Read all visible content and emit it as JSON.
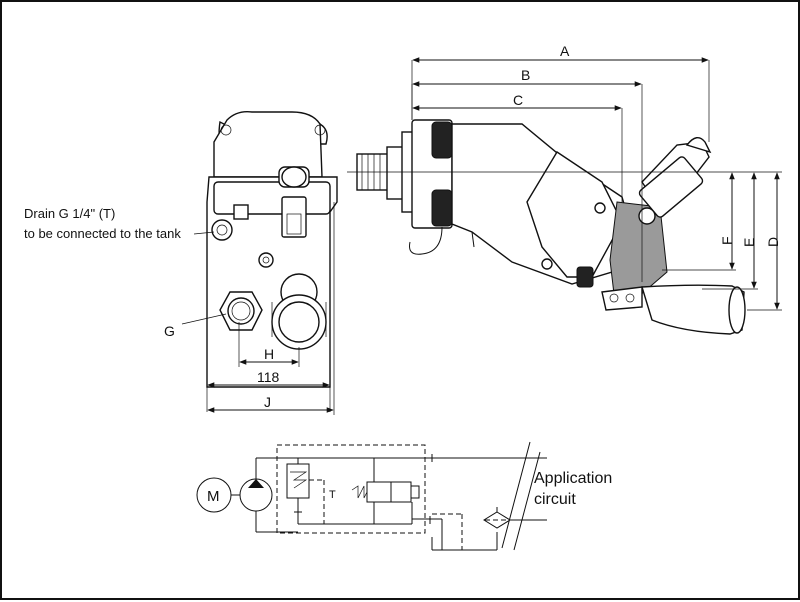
{
  "labels": {
    "drain_line1": "Drain G 1/4\" (T)",
    "drain_line2": "to be connected to the tank",
    "g": "G",
    "h": "H",
    "dim_118": "118",
    "j": "J",
    "a": "A",
    "b": "B",
    "c": "C",
    "d": "D",
    "e": "E",
    "f": "F",
    "motor": "M",
    "t": "T",
    "app1": "Application",
    "app2": "circuit"
  }
}
